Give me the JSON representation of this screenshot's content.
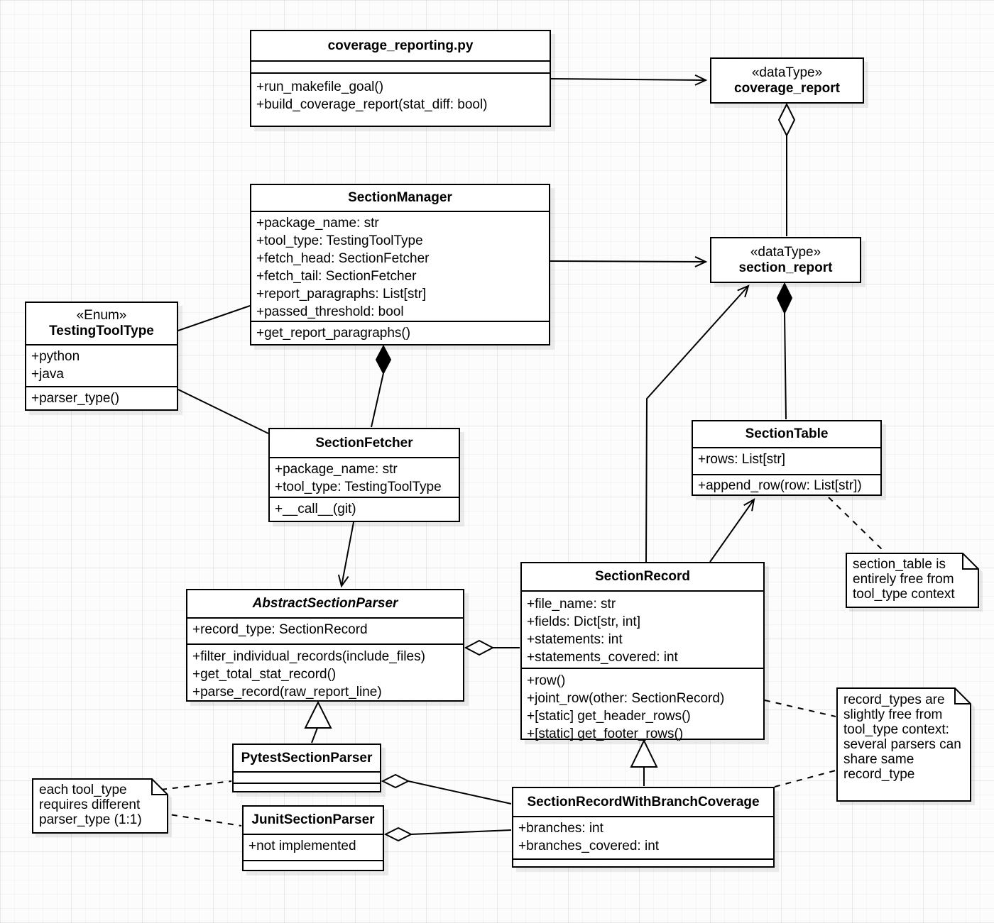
{
  "colors": {
    "stroke": "#000000",
    "shape_fill": "#ffffff",
    "canvas": "#fcfcfc"
  },
  "classes": {
    "coverage_reporting": {
      "title": "coverage_reporting.py",
      "methods": [
        "+run_makefile_goal()",
        "+build_coverage_report(stat_diff: bool)"
      ]
    },
    "coverage_report": {
      "stereotype": "«dataType»",
      "title": "coverage_report"
    },
    "section_manager": {
      "title": "SectionManager",
      "attributes": [
        "+package_name: str",
        "+tool_type: TestingToolType",
        "+fetch_head: SectionFetcher",
        "+fetch_tail: SectionFetcher",
        "+report_paragraphs: List[str]",
        "+passed_threshold: bool"
      ],
      "methods": [
        "+get_report_paragraphs()"
      ]
    },
    "section_report": {
      "stereotype": "«dataType»",
      "title": "section_report"
    },
    "testing_tool_type": {
      "stereotype": "«Enum»",
      "title": "TestingToolType",
      "attributes": [
        "+python",
        "+java"
      ],
      "methods": [
        "+parser_type()"
      ]
    },
    "section_fetcher": {
      "title": "SectionFetcher",
      "attributes": [
        "+package_name: str",
        "+tool_type: TestingToolType"
      ],
      "methods": [
        "+__call__(git)"
      ]
    },
    "section_table": {
      "title": "SectionTable",
      "attributes": [
        "+rows: List[str]"
      ],
      "methods": [
        "+append_row(row: List[str])"
      ]
    },
    "abstract_section_parser": {
      "title": "AbstractSectionParser",
      "attributes": [
        "+record_type: SectionRecord"
      ],
      "methods": [
        "+filter_individual_records(include_files)",
        "+get_total_stat_record()",
        "+parse_record(raw_report_line)"
      ]
    },
    "section_record": {
      "title": "SectionRecord",
      "attributes": [
        "+file_name: str",
        "+fields: Dict[str, int]",
        "+statements: int",
        "+statements_covered: int"
      ],
      "methods": [
        "+row()",
        "+joint_row(other: SectionRecord)",
        "+[static] get_header_rows()",
        "+[static] get_footer_rows()"
      ]
    },
    "pytest_section_parser": {
      "title": "PytestSectionParser"
    },
    "junit_section_parser": {
      "title": "JunitSectionParser",
      "attributes": [
        "+not implemented"
      ]
    },
    "section_record_with_branch_coverage": {
      "title": "SectionRecordWithBranchCoverage",
      "attributes": [
        "+branches: int",
        "+branches_covered: int"
      ]
    }
  },
  "notes": {
    "parser_type_note": "each tool_type requires different parser_type (1:1)",
    "section_table_note": "section_table is entirely free from tool_type context",
    "record_types_note": "record_types are slightly free from tool_type context: several parsers can share same record_type"
  }
}
